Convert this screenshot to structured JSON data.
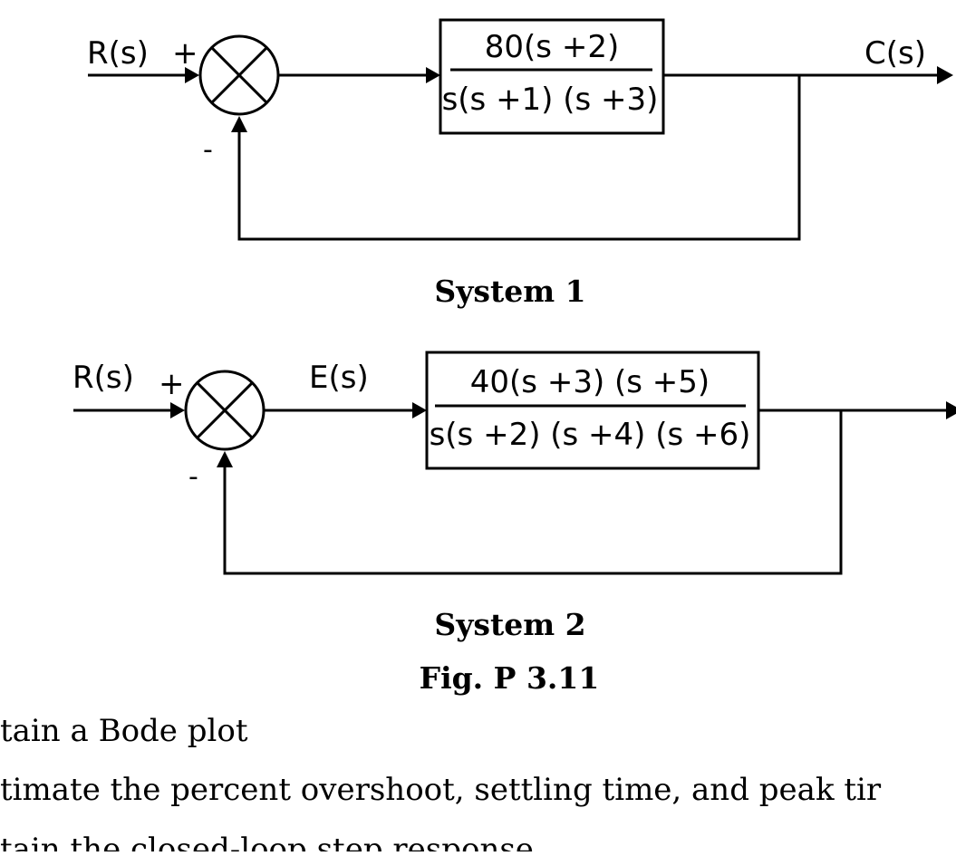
{
  "system1": {
    "input_label": "R(s)",
    "output_label": "C(s)",
    "plus_sign": "+",
    "minus_sign": "-",
    "numerator": "80(s +2)",
    "denominator": "s(s +1) (s +3)",
    "caption": "System 1"
  },
  "system2": {
    "input_label": "R(s)",
    "error_label": "E(s)",
    "plus_sign": "+",
    "minus_sign": "-",
    "numerator": "40(s +3) (s +5)",
    "denominator": "s(s +2) (s +4) (s +6)",
    "caption": "System 2"
  },
  "figure_caption": "Fig. P 3.11",
  "text_lines": [
    "tain a Bode plot",
    "timate the percent overshoot, settling time, and peak tir",
    "tain the closed-loop step response"
  ]
}
